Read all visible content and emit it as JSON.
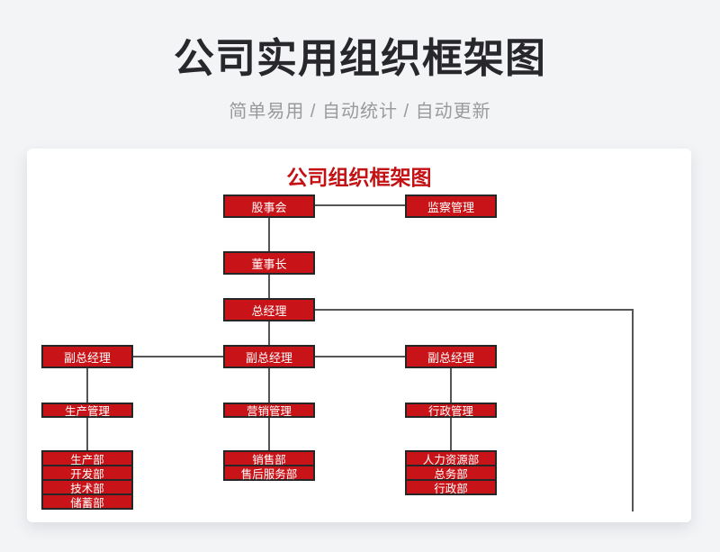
{
  "page": {
    "title": "公司实用组织框架图",
    "subtitle": "简单易用 / 自动统计 / 自动更新"
  },
  "chart": {
    "title": "公司组织框架图",
    "nodes": {
      "board": "股事会",
      "supervision": "监察管理",
      "chairman": "董事长",
      "general_manager": "总经理",
      "deputy_gm_left": "副总经理",
      "deputy_gm_center": "副总经理",
      "deputy_gm_right": "副总经理",
      "production_mgmt": "生产管理",
      "marketing_mgmt": "营销管理",
      "admin_mgmt": "行政管理",
      "left_depts": [
        "生产部",
        "开发部",
        "技术部",
        "储蓄部"
      ],
      "center_depts": [
        "销售部",
        "售后服务部"
      ],
      "right_depts": [
        "人力资源部",
        "总务部",
        "行政部"
      ]
    },
    "colors": {
      "node_fill": "#c81418",
      "node_border": "#262626",
      "connector": "#555555",
      "chart_title": "#c41114",
      "page_title": "#28282c",
      "page_subtitle": "#9a9a9a",
      "background": "#f3f4f6",
      "card": "#ffffff"
    }
  }
}
